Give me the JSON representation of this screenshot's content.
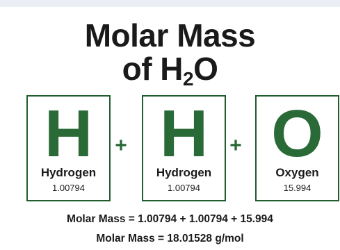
{
  "title": {
    "line1": "Molar Mass",
    "line2_prefix": "of H",
    "line2_sub": "2",
    "line2_suffix": "O"
  },
  "elements": [
    {
      "symbol": "H",
      "name": "Hydrogen",
      "mass": "1.00794"
    },
    {
      "symbol": "H",
      "name": "Hydrogen",
      "mass": "1.00794"
    },
    {
      "symbol": "O",
      "name": "Oxygen",
      "mass": "15.994"
    }
  ],
  "operators": [
    "+",
    "+"
  ],
  "equations": {
    "sum": "Molar Mass = 1.00794 + 1.00794 + 15.994",
    "result": "Molar Mass = 18.01528 g/mol"
  },
  "colors": {
    "element_green": "#2a6a36",
    "border_green": "#1f5c2e",
    "text": "#1a1a1a"
  }
}
